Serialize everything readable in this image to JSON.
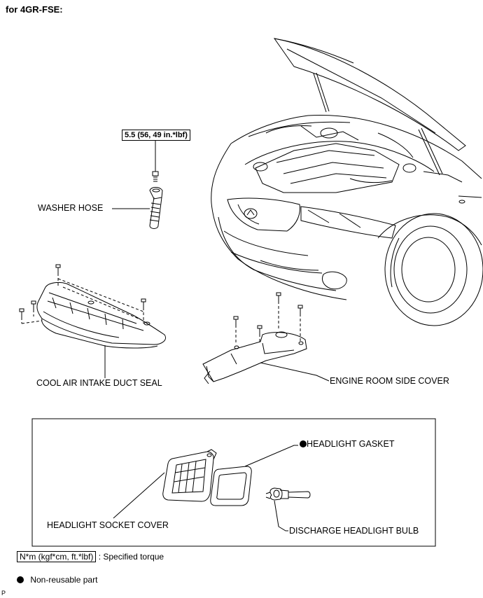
{
  "title": "for 4GR-FSE:",
  "torque_callout": "5.5 (56, 49 in.*lbf)",
  "labels": {
    "washer_hose": "WASHER HOSE",
    "cool_air_intake_duct_seal": "COOL AIR INTAKE DUCT SEAL",
    "engine_room_side_cover": "ENGINE ROOM SIDE COVER",
    "headlight_gasket": "HEADLIGHT GASKET",
    "headlight_socket_cover": "HEADLIGHT SOCKET COVER",
    "discharge_headlight_bulb": "DISCHARGE HEADLIGHT BULB"
  },
  "legend": {
    "torque_unit": "N*m (kgf*cm, ft.*lbf)",
    "torque_desc": ": Specified torque",
    "nonreusable_desc": "Non-reusable part"
  },
  "corner_mark": "P"
}
